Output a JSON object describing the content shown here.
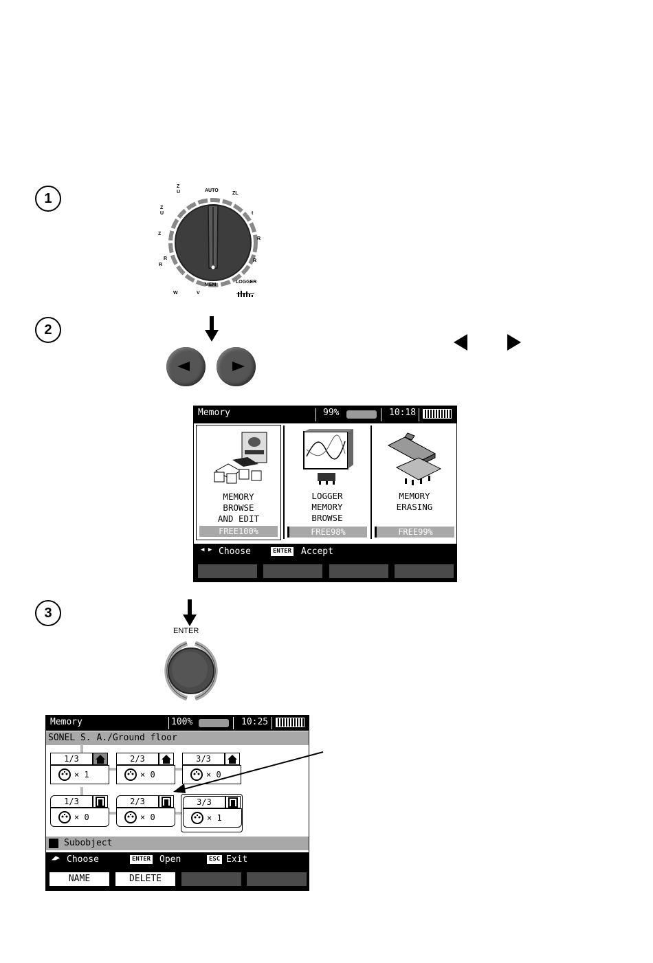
{
  "steps": [
    "1",
    "2",
    "3"
  ],
  "dial": {
    "labels": [
      "Z",
      "U",
      "AUTO",
      "Z",
      "U",
      "Z",
      "R",
      "R",
      "W",
      "MEM",
      "V",
      "LOGGER",
      "t",
      "R",
      "R",
      "ZL"
    ]
  },
  "enter_label": "ENTER",
  "screen1": {
    "title": "Memory",
    "memory_pct": "99%",
    "time": "10:18",
    "tiles": [
      {
        "lines": [
          "MEMORY",
          "BROWSE",
          "AND EDIT"
        ],
        "free": "FREE100%"
      },
      {
        "lines": [
          "LOGGER",
          "MEMORY",
          "BROWSE"
        ],
        "free": "FREE98%"
      },
      {
        "lines": [
          "MEMORY",
          "ERASING"
        ],
        "free": "FREE99%"
      }
    ],
    "hint_choose": "Choose",
    "hint_enter_key": "ENTER",
    "hint_accept": "Accept"
  },
  "screen2": {
    "title": "Memory",
    "memory_pct": "100%",
    "time": "10:25",
    "path": "SONEL S. A./Ground floor",
    "row1": [
      {
        "label": "1/3",
        "count": "× 1"
      },
      {
        "label": "2/3",
        "count": "× 0"
      },
      {
        "label": "3/3",
        "count": "× 0"
      }
    ],
    "row2": [
      {
        "label": "1/3",
        "count": "× 0"
      },
      {
        "label": "2/3",
        "count": "× 0"
      },
      {
        "label": "3/3",
        "count": "× 1"
      }
    ],
    "subobject": "Subobject",
    "hint_choose": "Choose",
    "hint_enter_key": "ENTER",
    "hint_open": "Open",
    "hint_esc_key": "ESC",
    "hint_exit": "Exit",
    "fkeys": [
      "NAME",
      "DELETE",
      "",
      ""
    ]
  },
  "colors": {
    "dial": "#3d3d3d",
    "button": "#555555",
    "bar": "#000000",
    "gray": "#a8a8a8"
  }
}
